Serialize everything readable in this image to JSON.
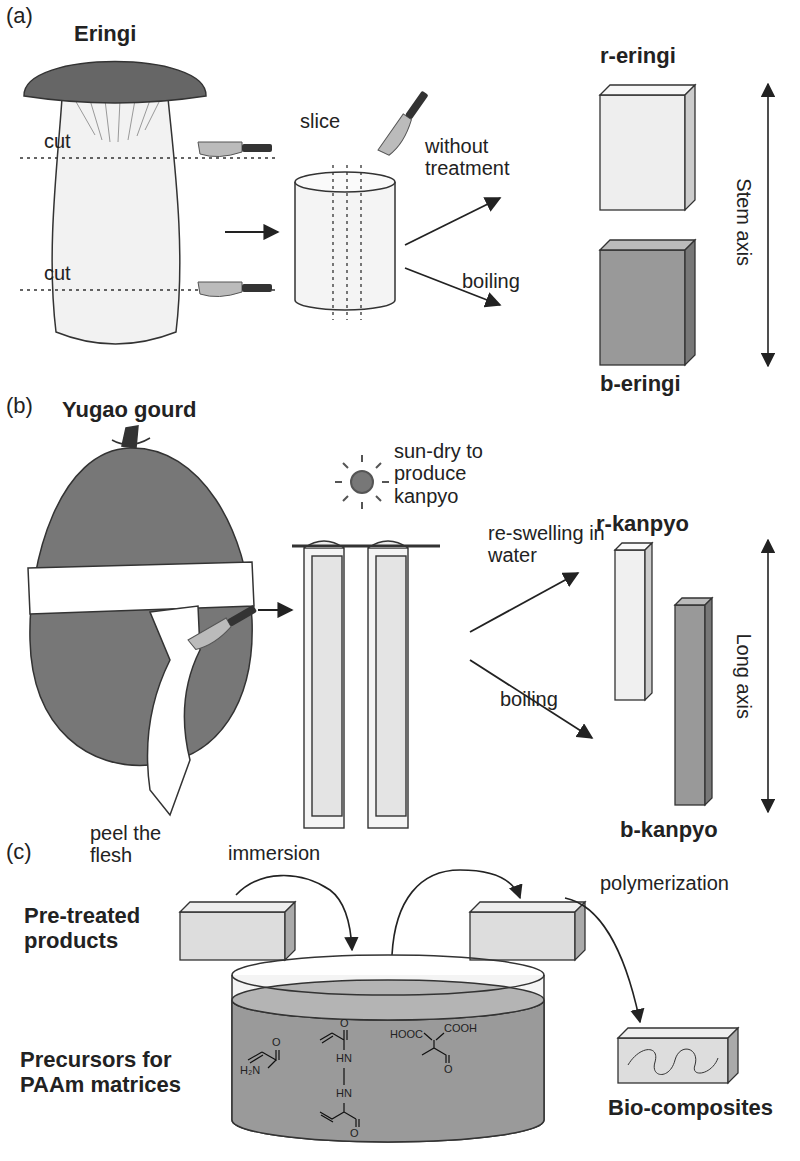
{
  "diagram": {
    "labels": [
      "(a)",
      "Eringi",
      "cut",
      "cut",
      "slice",
      "without treatment",
      "boiling",
      "r-eringi",
      "b-eringi",
      "Stem axis",
      "(b)",
      "Yugao gourd",
      "sun-dry to produce kanpyo",
      "peel the flesh",
      "re-swelling in water",
      "boiling",
      "r-kanpyo",
      "b-kanpyo",
      "Long axis",
      "(c)",
      "immersion",
      "Pre-treated products",
      "Precursors for PAAm matrices",
      "polymerization",
      "Bio-composites",
      "O",
      "H₂N",
      "O",
      "HN",
      "HN",
      "O",
      "HOOC",
      "O",
      "COOH"
    ]
  }
}
